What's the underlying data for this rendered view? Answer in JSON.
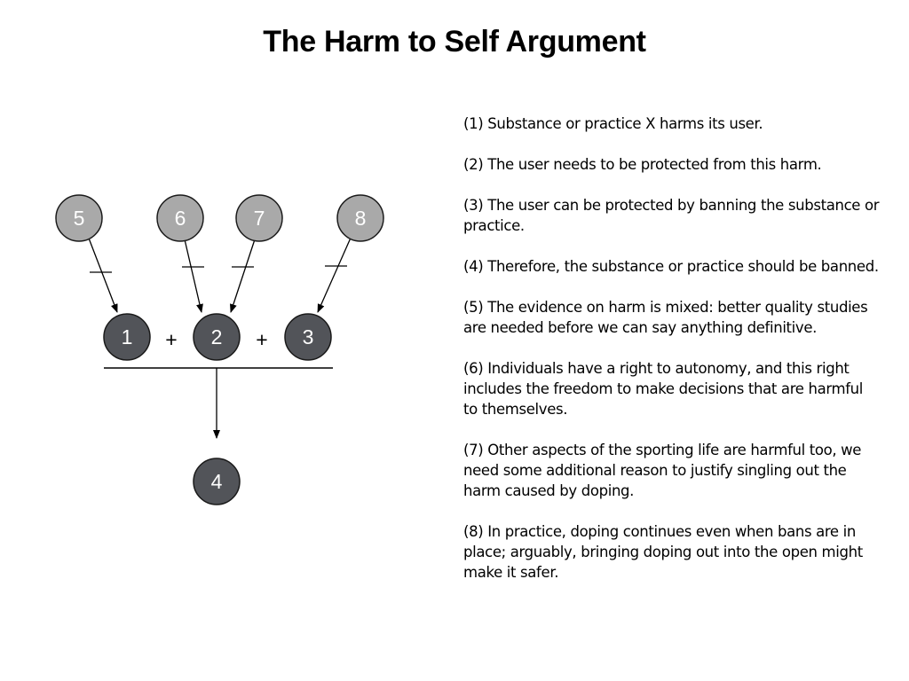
{
  "title": "The Harm to Self Argument",
  "colors": {
    "premise_node": "#525459",
    "objection_node": "#a9a9a9",
    "node_stroke": "#1a1a1a",
    "premise_text": "#ffffff",
    "objection_text": "#ffffff",
    "line": "#000000"
  },
  "diagram": {
    "premises": [
      {
        "id": "1",
        "label": "1"
      },
      {
        "id": "2",
        "label": "2"
      },
      {
        "id": "3",
        "label": "3"
      }
    ],
    "plus_signs": [
      "+",
      "+"
    ],
    "conclusion": {
      "id": "4",
      "label": "4"
    },
    "objections": [
      {
        "id": "5",
        "label": "5",
        "targets": "1"
      },
      {
        "id": "6",
        "label": "6",
        "targets": "2"
      },
      {
        "id": "7",
        "label": "7",
        "targets": "2"
      },
      {
        "id": "8",
        "label": "8",
        "targets": "3"
      }
    ]
  },
  "statements": [
    "(1) Substance or practice X harms its user.",
    "(2) The user needs to be protected from this harm.",
    "(3) The user can be protected by banning the substance or practice.",
    "(4) Therefore, the substance or practice should be banned.",
    "(5) The evidence on harm is mixed: better quality studies are needed before we can say anything definitive.",
    "(6) Individuals have a right to autonomy, and this right includes the freedom to make decisions that are harmful to themselves.",
    "(7) Other aspects of the sporting life are harmful too, we need some additional reason to justify singling out the harm caused by doping.",
    "(8) In practice, doping continues even when bans are in place; arguably, bringing doping out into the open might make it safer."
  ]
}
